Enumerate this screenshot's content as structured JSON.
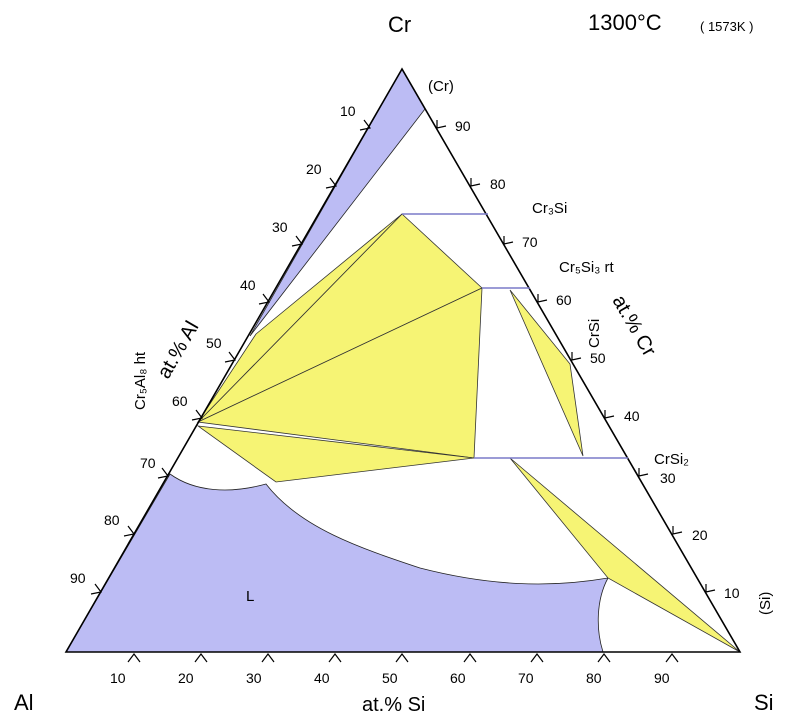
{
  "corners": {
    "top": "Cr",
    "left": "Al",
    "right": "Si"
  },
  "temperature": {
    "celsius": "1300°C",
    "kelvin": "( 1573K )"
  },
  "axes": {
    "left": "at.% Al",
    "right": "at.% Cr",
    "bottom": "at.% Si"
  },
  "ticks": {
    "left": [
      "10",
      "20",
      "30",
      "40",
      "50",
      "60",
      "70",
      "80",
      "90"
    ],
    "right": [
      "90",
      "80",
      "70",
      "60",
      "50",
      "40",
      "30",
      "20",
      "10"
    ],
    "bottom": [
      "10",
      "20",
      "30",
      "40",
      "50",
      "60",
      "70",
      "80",
      "90"
    ]
  },
  "phases": {
    "cr": "(Cr)",
    "cr3si": "Cr₃Si",
    "cr5si3": "Cr₅Si₃ rt",
    "crsi": "CrSi",
    "crsi2": "CrSi₂",
    "si": "(Si)",
    "cr5al8": "Cr₅Al₈ ht",
    "liquid": "L"
  },
  "colors": {
    "single_phase": "#bcbcf4",
    "three_phase": "#f6f474",
    "tie_line": "#7a7ac8"
  }
}
